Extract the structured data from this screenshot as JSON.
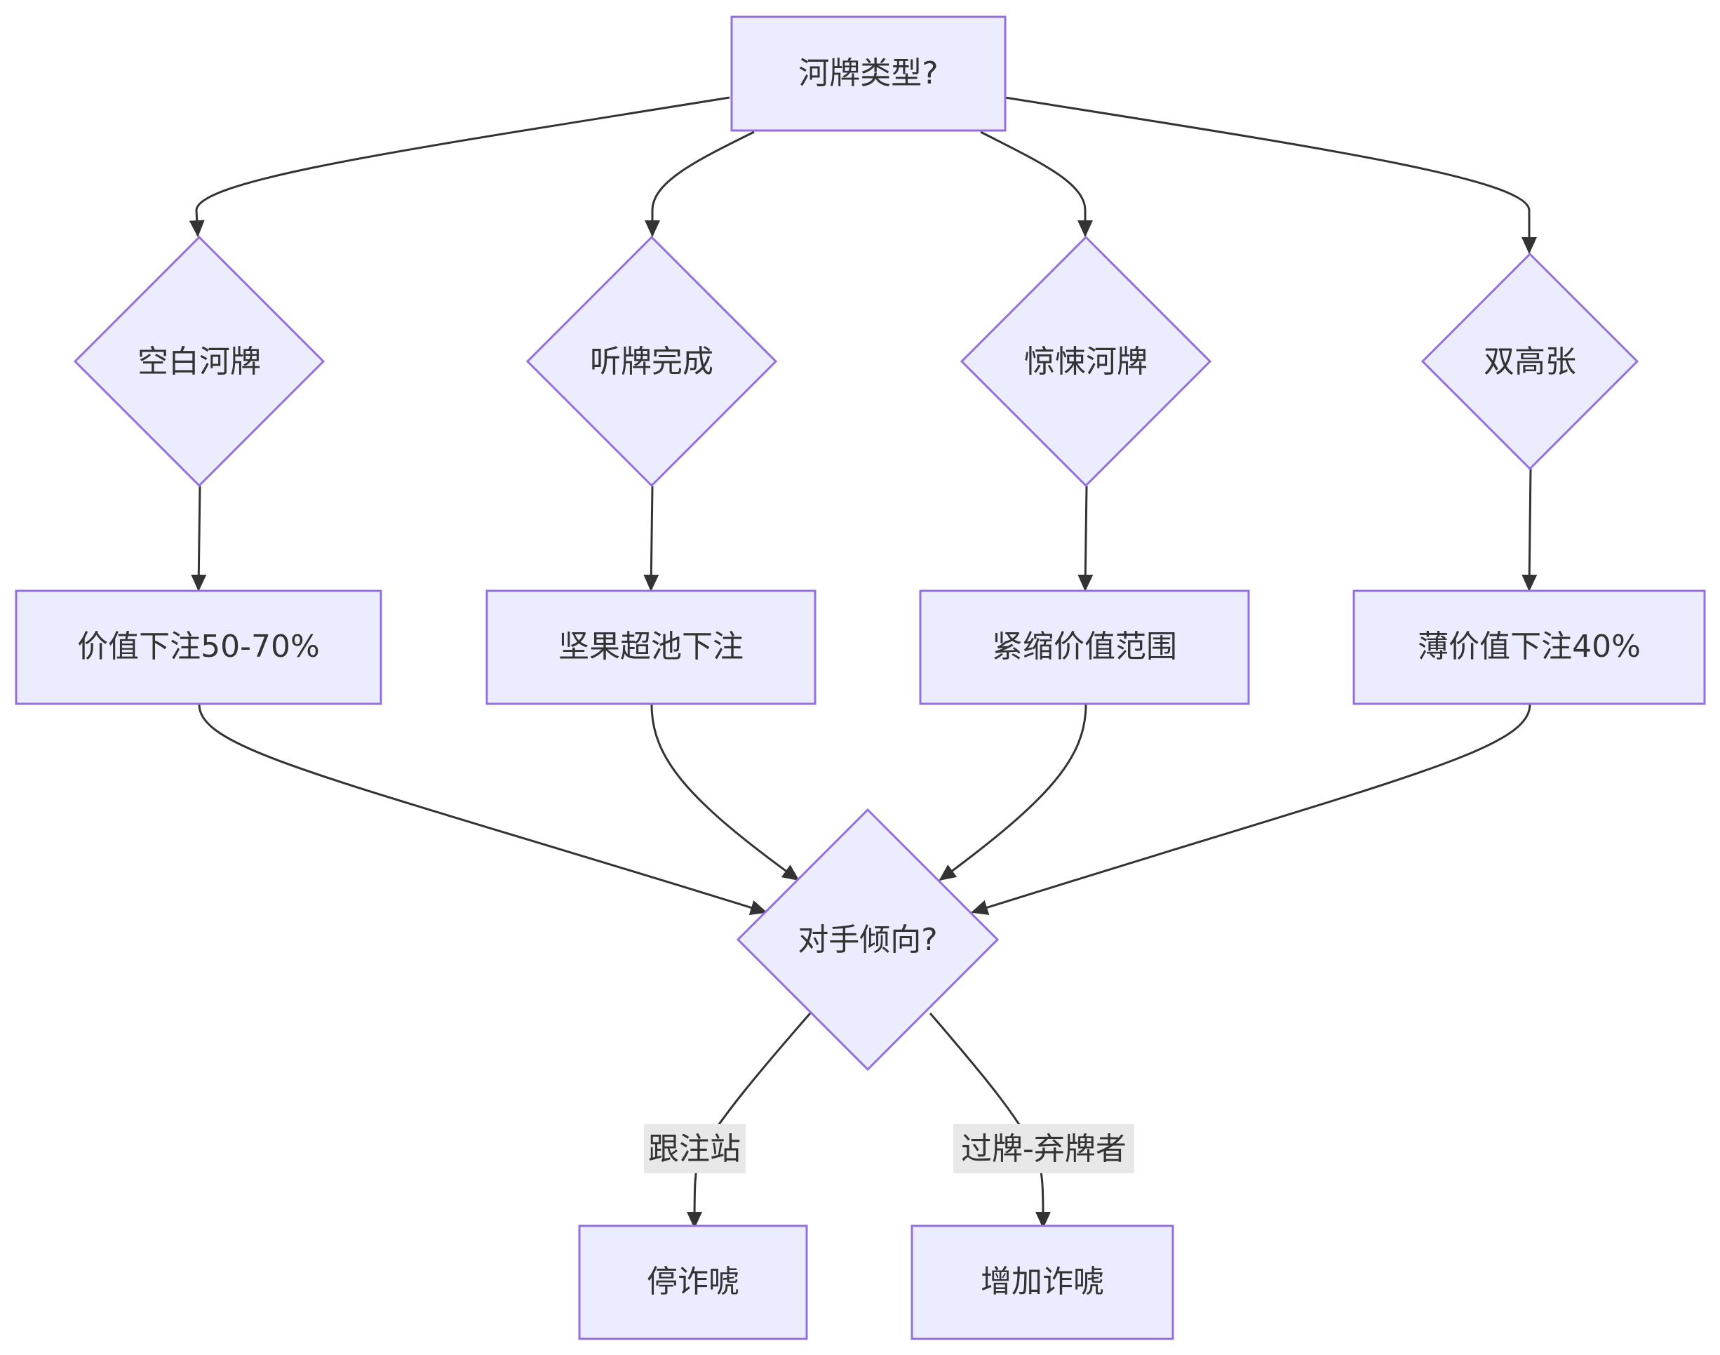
{
  "diagram": {
    "nodes": {
      "river_type": "河牌类型?",
      "blank_river": "空白河牌",
      "draw_completed": "听牌完成",
      "scare_river": "惊悚河牌",
      "double_high": "双高张",
      "value_bet": "价值下注50-70%",
      "nuts_overbet": "坚果超池下注",
      "tighten_value": "紧缩价值范围",
      "thin_value": "薄价值下注40%",
      "opponent_tendency": "对手倾向?",
      "stop_bluff": "停诈唬",
      "add_bluff": "增加诈唬"
    },
    "edge_labels": {
      "calling_station": "跟注站",
      "check_folder": "过牌-弃牌者"
    }
  },
  "colors": {
    "node_fill": "#ECECFF",
    "node_stroke": "#9370DB",
    "edge": "#333333",
    "label_bg": "#e8e8e8"
  }
}
